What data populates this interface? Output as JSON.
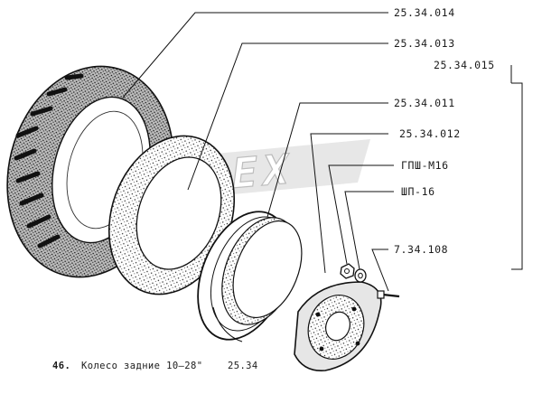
{
  "labels": {
    "tire": "25.34.014",
    "tube": "25.34.013",
    "assembly": "25.34.015",
    "rim": "25.34.011",
    "disc": "25.34.012",
    "nut": "ГПШ-М16",
    "washer": "ШП-16",
    "bolt": "7.34.108"
  },
  "watermark": "OPEX",
  "caption": {
    "number": "46.",
    "text": "Колесо задние 10—28\"",
    "code": "25.34"
  },
  "colors": {
    "ink": "#1b1b1b",
    "watermark": "#cfcfcf",
    "paper": "#ffffff"
  }
}
